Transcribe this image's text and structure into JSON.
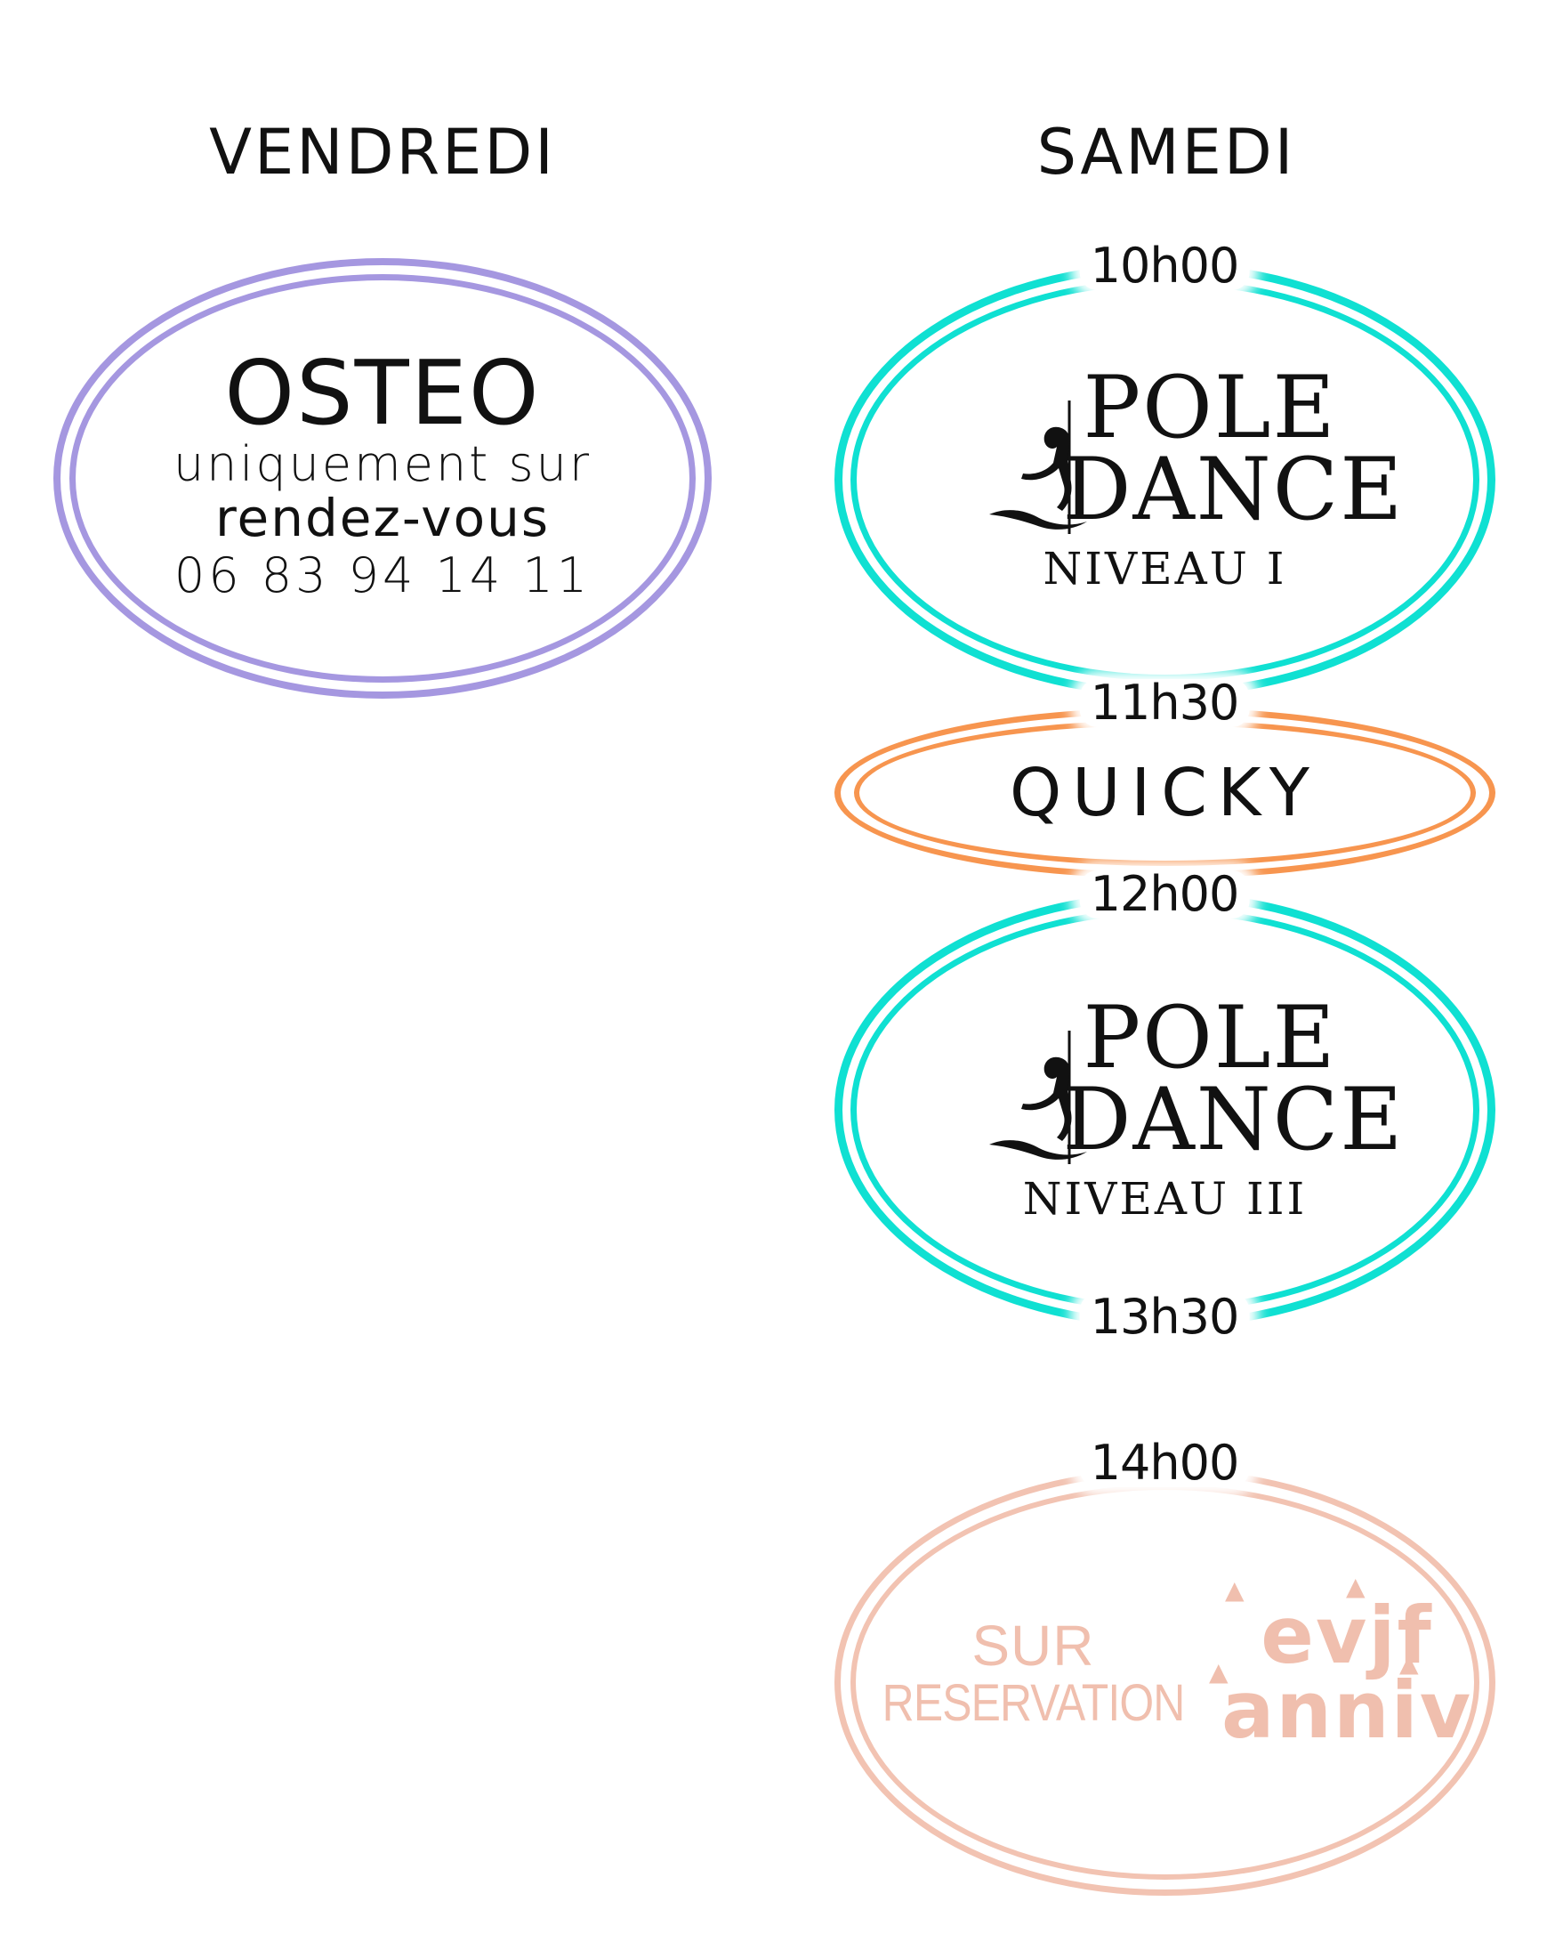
{
  "days": {
    "friday": "VENDREDI",
    "saturday": "SAMEDI"
  },
  "friday": {
    "osteo": {
      "title": "OSTEO",
      "line1": "uniquement sur",
      "line2": "rendez-vous",
      "phone": "06 83 94 14 11",
      "color": "#a597e0"
    }
  },
  "saturday": {
    "times": {
      "t1": "10h00",
      "t2": "11h30",
      "t3": "12h00",
      "t4": "13h30",
      "t5": "14h00"
    },
    "pole_dance_1": {
      "word1": "POLE",
      "word2": "DANCE",
      "level": "NIVEAU I",
      "color": "#0fe0d2"
    },
    "quicky": {
      "label": "QUICKY",
      "color": "#f7954f"
    },
    "pole_dance_3": {
      "word1": "POLE",
      "word2": "DANCE",
      "level": "NIVEAU III",
      "color": "#0fe0d2"
    },
    "reservation": {
      "line1": "SUR",
      "line2": "RESERVATION",
      "evjf": "evjf",
      "anniv": "anniv",
      "color": "#f2c3b2"
    }
  },
  "icons": [
    "pole-dancer-icon",
    "party-hat-icon"
  ]
}
